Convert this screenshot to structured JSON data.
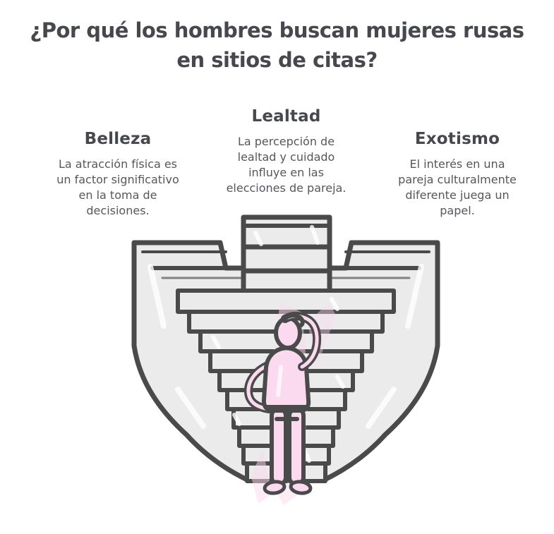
{
  "title": "¿Por qué los hombres buscan mujeres rusas\nen sitios de citas?",
  "sections": [
    {
      "heading": "Belleza",
      "body": "La atracción física es\nun factor significativo\nen la toma de\ndecisiones."
    },
    {
      "heading": "Lealtad",
      "body": "La percepción de\nlealtad y cuidado\ninfluye en las\nelecciones de pareja."
    },
    {
      "heading": "Exotismo",
      "body": "El interés en una\npareja culturalmente\ndiferente juega un\npapel."
    }
  ],
  "illustration": {
    "name": "person-facing-converging-staircases",
    "description": "Hand-drawn sketch of a person seen from behind, scratching their head, standing before a funnel of descending staircases with a central tower of steps",
    "colors": {
      "outline": "#4a4a4a",
      "stairs_fill": "#ebebeb",
      "figure_fill": "#fbd9ee",
      "background": "#ffffff",
      "text_dark": "#46484d",
      "text_body": "#55575c"
    }
  }
}
